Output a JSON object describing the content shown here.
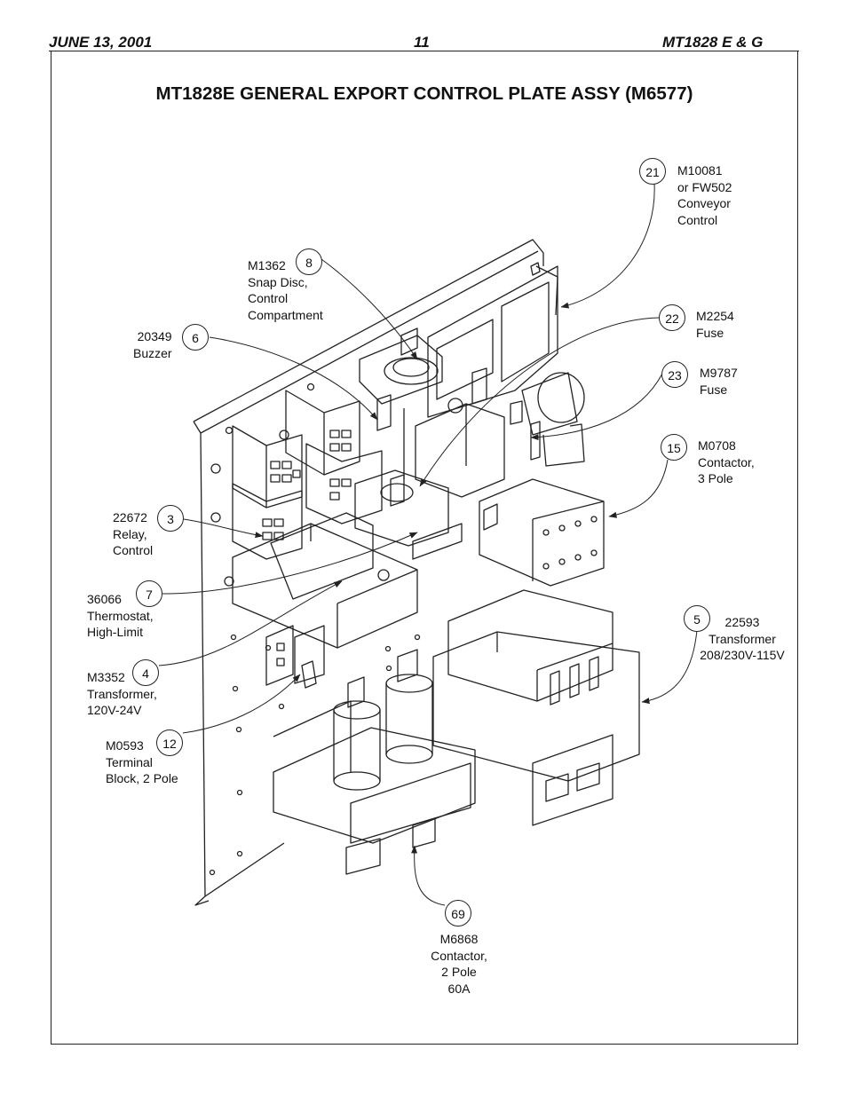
{
  "header": {
    "date": "JUNE 13, 2001",
    "page": "11",
    "model": "MT1828 E & G"
  },
  "title": "MT1828E GENERAL EXPORT CONTROL PLATE ASSY (M6577)",
  "callouts": [
    {
      "id": "c21",
      "number": "21",
      "label": "M10081\nor FW502\nConveyor\nControl"
    },
    {
      "id": "c8",
      "number": "8",
      "label": "M1362\nSnap Disc,\nControl\nCompartment"
    },
    {
      "id": "c6",
      "number": "6",
      "label": "20349\nBuzzer"
    },
    {
      "id": "c22",
      "number": "22",
      "label": "M2254\nFuse"
    },
    {
      "id": "c23",
      "number": "23",
      "label": "M9787\nFuse"
    },
    {
      "id": "c15",
      "number": "15",
      "label": "M0708\nContactor,\n3 Pole"
    },
    {
      "id": "c3",
      "number": "3",
      "label": "22672\nRelay,\nControl"
    },
    {
      "id": "c7",
      "number": "7",
      "label": "36066\nThermostat,\nHigh-Limit"
    },
    {
      "id": "c4",
      "number": "4",
      "label": "M3352\nTransformer,\n120V-24V"
    },
    {
      "id": "c12",
      "number": "12",
      "label": "M0593\nTerminal\nBlock, 2 Pole"
    },
    {
      "id": "c5",
      "number": "5",
      "label": "22593\nTransformer\n208/230V-115V"
    },
    {
      "id": "c69",
      "number": "69",
      "label": "M6868\nContactor,\n2 Pole\n60A"
    }
  ]
}
